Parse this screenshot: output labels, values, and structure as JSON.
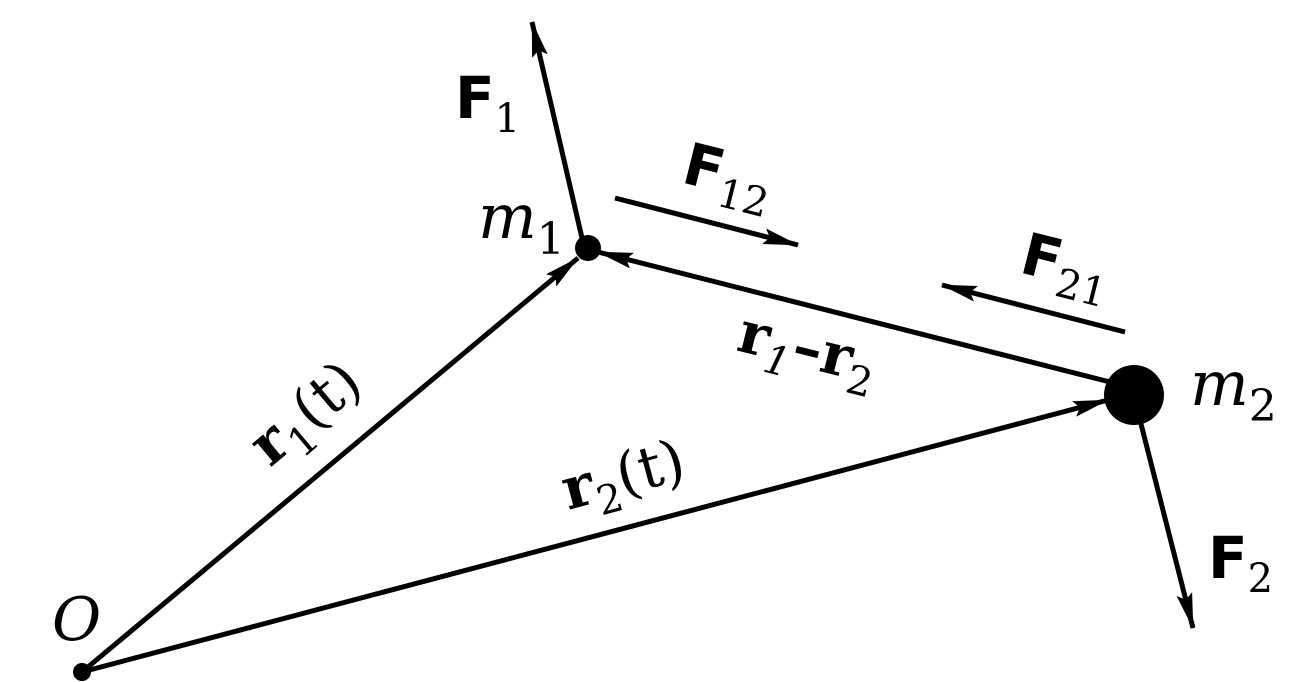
{
  "colors": {
    "ink": "#000000",
    "background": "#ffffff"
  },
  "labels": {
    "origin": "O",
    "mass1": {
      "base": "m",
      "sub": "1"
    },
    "mass2": {
      "base": "m",
      "sub": "2"
    },
    "force1": {
      "base": "F",
      "sub": "1"
    },
    "force2": {
      "base": "F",
      "sub": "2"
    },
    "force12": {
      "base": "F",
      "sub": "12"
    },
    "force21": {
      "base": "F",
      "sub": "21"
    },
    "position1": {
      "base": "r",
      "sub": "1",
      "arg": "(t)"
    },
    "position2": {
      "base": "r",
      "sub": "2",
      "arg": "(t)"
    },
    "relative": {
      "a": "r",
      "a_sub": "1",
      "op": "–",
      "b": "r",
      "b_sub": "2"
    }
  }
}
